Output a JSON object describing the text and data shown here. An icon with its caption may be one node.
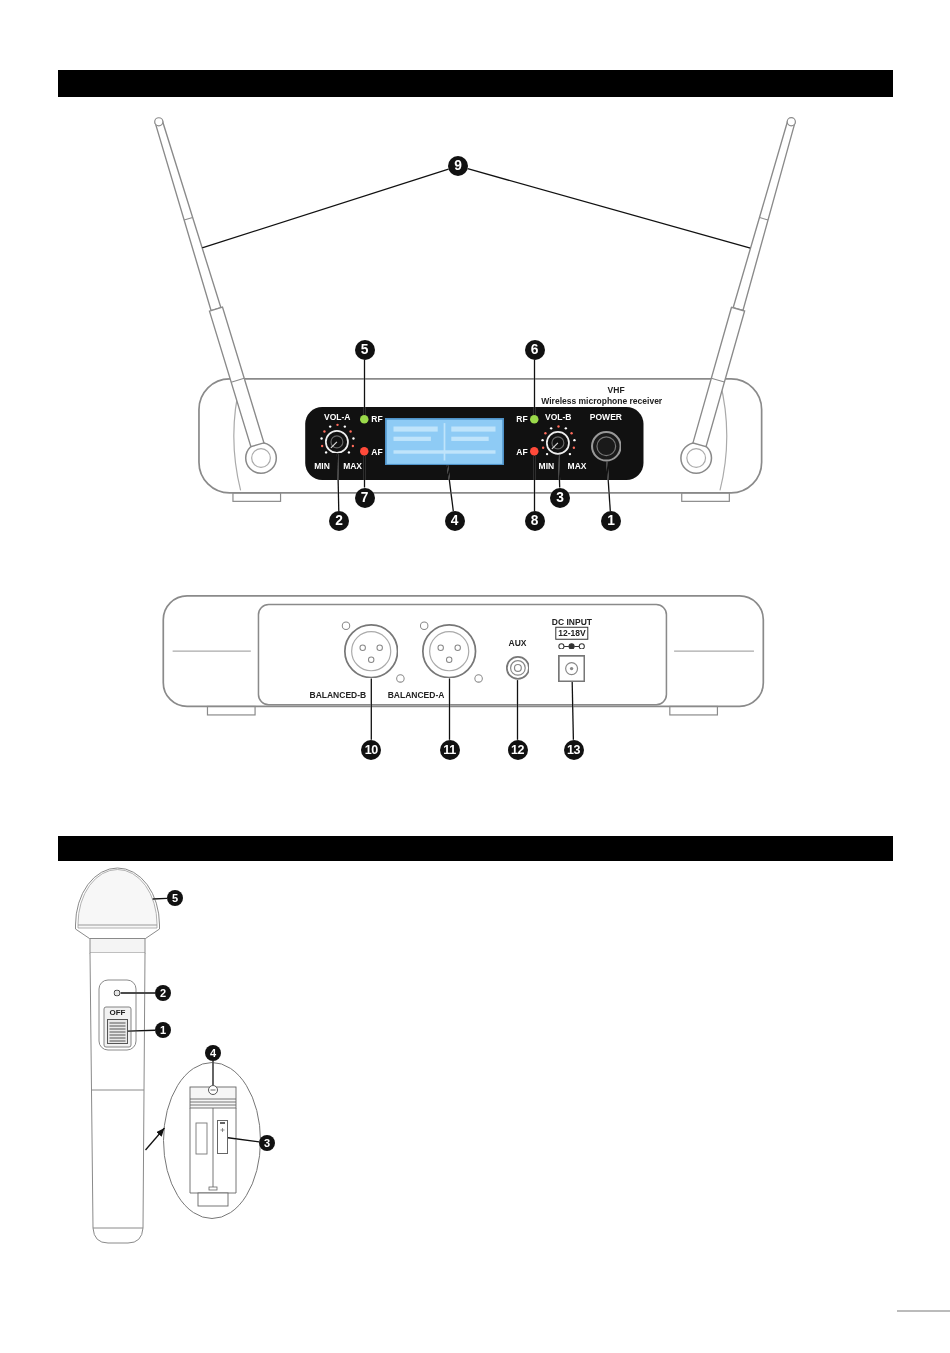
{
  "diagram": {
    "nodes": [
      {
        "text": [
          "9"
        ]
      },
      {
        "text": [],
        "shape": "picture"
      },
      {
        "text": [],
        "shape": "picture"
      },
      {
        "text": [
          "5"
        ]
      },
      {
        "text": [],
        "shape": "circle"
      },
      {
        "text": [
          "6"
        ]
      },
      {
        "text": [],
        "shape": "circle"
      },
      {
        "text": [
          "2"
        ]
      },
      {
        "text": [],
        "shape": "circle"
      },
      {
        "text": [
          "7"
        ]
      },
      {
        "text": [],
        "shape": "circle"
      },
      {
        "text": [
          "4"
        ]
      },
      {
        "text": [],
        "shape": "box"
      },
      {
        "text": [
          "8"
        ]
      },
      {
        "text": [],
        "shape": "circle"
      },
      {
        "text": [
          "3"
        ]
      },
      {
        "text": [],
        "shape": "circle"
      },
      {
        "text": [
          "1"
        ]
      },
      {
        "text": [],
        "shape": "circle"
      },
      {
        "text": [
          "10"
        ]
      },
      {
        "text": [],
        "shape": "circle"
      },
      {
        "text": [
          "11"
        ]
      },
      {
        "text": [],
        "shape": "circle"
      },
      {
        "text": [
          "12"
        ]
      },
      {
        "text": [],
        "shape": "circle"
      },
      {
        "text": [
          "13"
        ]
      },
      {
        "text": [],
        "shape": "box"
      },
      {
        "text": [],
        "shape": "picture"
      },
      {
        "text": [
          "5"
        ]
      },
      {
        "text": [],
        "shape": "picture",
        "in": 27
      },
      {
        "text": [
          "2"
        ]
      },
      {
        "text": [],
        "shape": "circle",
        "in": 27
      },
      {
        "text": [
          "1"
        ]
      },
      {
        "text": [],
        "shape": "box",
        "in": 27
      },
      {
        "text": [],
        "shape": "picture"
      },
      {
        "text": [
          "4"
        ]
      },
      {
        "text": [],
        "shape": "circle",
        "in": 34
      },
      {
        "text": [
          "3"
        ]
      },
      {
        "text": [],
        "shape": "box",
        "in": 34
      }
    ],
    "edges": [
      {
        "from": 0,
        "to": 1,
        "arrow": "none"
      },
      {
        "from": 0,
        "to": 2,
        "arrow": "none"
      },
      {
        "from": 3,
        "to": 4,
        "arrow": "none"
      },
      {
        "from": 5,
        "to": 6,
        "arrow": "none"
      },
      {
        "from": 7,
        "to": 8,
        "arrow": "none"
      },
      {
        "from": 9,
        "to": 10,
        "arrow": "none"
      },
      {
        "from": 11,
        "to": 12,
        "arrow": "none"
      },
      {
        "from": 13,
        "to": 14,
        "arrow": "none"
      },
      {
        "from": 15,
        "to": 16,
        "arrow": "none"
      },
      {
        "from": 17,
        "to": 18,
        "arrow": "none"
      },
      {
        "from": 19,
        "to": 20,
        "arrow": "none"
      },
      {
        "from": 21,
        "to": 22,
        "arrow": "none"
      },
      {
        "from": 23,
        "to": 24,
        "arrow": "none"
      },
      {
        "from": 25,
        "to": 26,
        "arrow": "none"
      },
      {
        "from": 28,
        "to": 29,
        "arrow": "none"
      },
      {
        "from": 30,
        "to": 31,
        "arrow": "none"
      },
      {
        "from": 32,
        "to": 33,
        "arrow": "none"
      },
      {
        "from": 27,
        "to": 34,
        "arrow": "to"
      },
      {
        "from": 35,
        "to": 36,
        "arrow": "none"
      },
      {
        "from": 37,
        "to": 38,
        "arrow": "none"
      }
    ],
    "labels": [
      "VHF",
      "Wireless microphone receiver",
      "VOL-A",
      "RF",
      "RF",
      "VOL-B",
      "POWER",
      "AF",
      "AF",
      "MIN",
      "MAX",
      "MIN",
      "MAX",
      "DC INPUT",
      "12-18V",
      "AUX",
      "BALANCED-B",
      "BALANCED-A",
      "OFF"
    ]
  }
}
